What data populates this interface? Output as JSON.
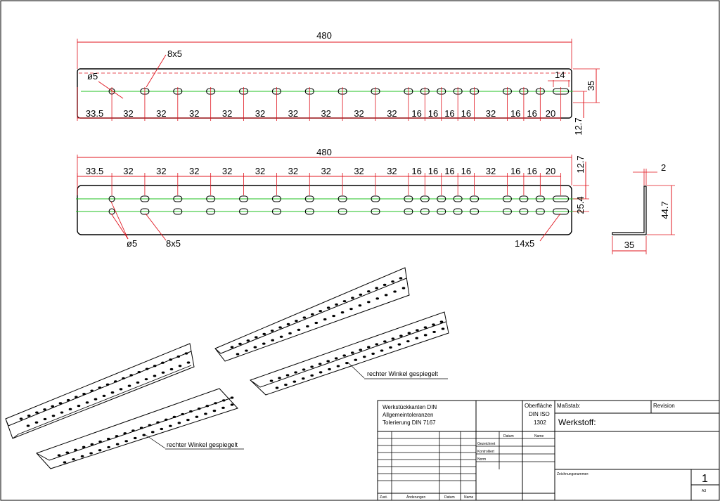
{
  "top_view": {
    "overall": "480",
    "hole_label": "ø5",
    "slot_label": "8x5",
    "end_slot_label": "14",
    "height": "35",
    "edge_offset": "12.7",
    "spacings": [
      "33.5",
      "32",
      "32",
      "32",
      "32",
      "32",
      "32",
      "32",
      "32",
      "32",
      "16",
      "16",
      "16",
      "16",
      "32",
      "16",
      "16",
      "20"
    ]
  },
  "front_view": {
    "overall": "480",
    "hole_label": "ø5",
    "slot_label": "8x5",
    "end_slot_label": "14x5",
    "edge_offset": "12.7",
    "row_gap": "25.4",
    "height": "44.7",
    "spacings": [
      "33.5",
      "32",
      "32",
      "32",
      "32",
      "32",
      "32",
      "32",
      "32",
      "32",
      "16",
      "16",
      "16",
      "16",
      "32",
      "16",
      "16",
      "20"
    ]
  },
  "section": {
    "thickness": "2",
    "height": "44.7",
    "width": "35"
  },
  "iso_notes": {
    "left_mirrored": "rechter Winkel gespiegelt",
    "right_mirrored": "rechter Winkel gespiegelt"
  },
  "title_block": {
    "edges_line1": "Werkstückkanten DIN",
    "edges_line2": "Allgemeintoleranzen",
    "edges_line3": "Tolerierung DIN 7167",
    "surface_line1": "Oberfläche",
    "surface_line2": "DIN ISO",
    "surface_line3": "1302",
    "scale_label": "Maßstab:",
    "revision_label": "Revision",
    "material_label": "Werkstoff:",
    "date_header": "Datum",
    "name_header": "Name",
    "drawn_label": "Gezeichnet",
    "checked_label": "Kontrolliert",
    "norm_label": "Norm",
    "drawing_number_label": "Zeichnungsnummer:",
    "sheet_number": "1",
    "format": "A3",
    "footer_state": "Zust.",
    "footer_changes": "Änderungen",
    "footer_date": "Datum",
    "footer_name": "Name"
  },
  "colors": {
    "dimension": "#e0141e",
    "centerline": "#22c022",
    "outline": "#000000"
  }
}
